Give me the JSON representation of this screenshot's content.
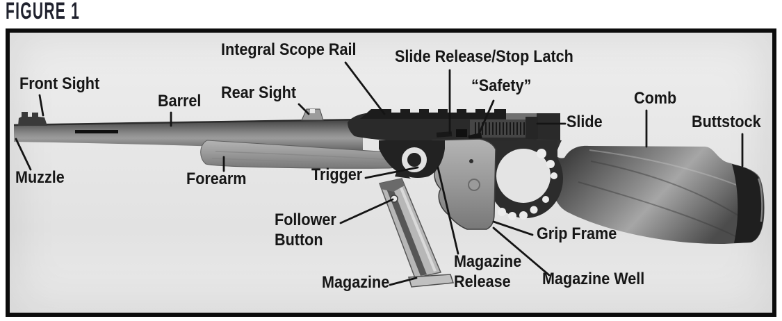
{
  "figure": {
    "title": "FIGURE 1"
  },
  "colors": {
    "title-ink": "#20222e",
    "label-ink": "#161616",
    "frame-ink": "#0c0c0c",
    "photo-bg": "#e7e7e7",
    "leader-line": "#141414"
  },
  "diagram": {
    "subject": "Buck Mark rifle parts diagram photo",
    "labels": {
      "front_sight": "Front Sight",
      "muzzle": "Muzzle",
      "barrel": "Barrel",
      "rear_sight": "Rear Sight",
      "integral_scope_rail": "Integral Scope Rail",
      "forearm": "Forearm",
      "trigger": "Trigger",
      "slide_release": "Slide Release/Stop Latch",
      "safety": "“Safety”",
      "slide": "Slide",
      "comb": "Comb",
      "buttstock": "Buttstock",
      "follower_button": "Follower\nButton",
      "magazine": "Magazine",
      "magazine_release": "Magazine\nRelease",
      "magazine_well": "Magazine Well",
      "grip_frame": "Grip Frame"
    }
  }
}
